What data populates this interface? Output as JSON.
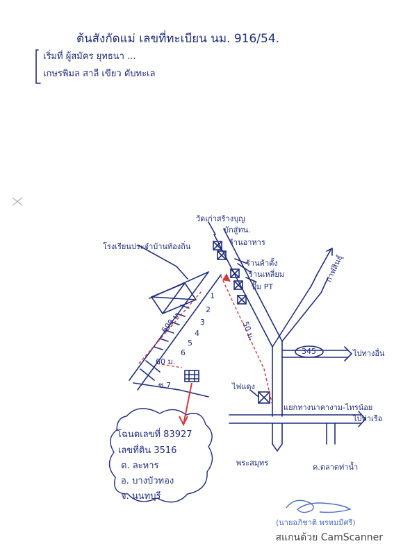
{
  "header": {
    "line1": "ต้นสังกัดแม่    เลขที่ทะเบียน นม. 916/54.",
    "line2": "เริ่มที่ ผู้สมัคร  ยุทธนา  ...",
    "line3": "เกษรพิมล  สาลี  เขียว  ตับทะเล"
  },
  "map": {
    "top_label": "วัดเก่าสร้างบุญ",
    "left_label": "โรงเรียนประจำบ้านท้องถิ่น",
    "shops": [
      "บักสู่ทน.",
      "ร้านอาหาร",
      "ร้านค้าตั้ง",
      "ร้านเหลี่ยม",
      "ปั๊ม PT"
    ],
    "dist_1": "600 ม.",
    "dist_2": "50 ม.",
    "dist_3": "60 ม.",
    "street_labels": [
      "1",
      "2",
      "3",
      "4",
      "5",
      "6"
    ],
    "soi": "ซ.7",
    "right_top": "กาฬสินธุ์",
    "route": "345",
    "to_right1": "ไปทางอื่น",
    "junction_label": "ไฟแดง",
    "junction_road": "แยกทางนาคางาม-ไทรน้อย",
    "to_right2": "ไปท่าเรือ",
    "to_bottom_left": "พระสมุทร",
    "to_bottom_right": "ค.ตลาดท่าน้ำ"
  },
  "bubble": {
    "lines": [
      "โฉนดเลขที่ 83927",
      "เลขที่ดิน 3516",
      "ต. ละหาร",
      "อ. บางบัวทอง",
      "จ. นนทบุรี"
    ]
  },
  "signature": {
    "name": "(นายอภิชาติ พรหมมีศรี)"
  },
  "footer": {
    "scanner": "สแกนด้วย CamScanner"
  },
  "colors": {
    "ink": "#1f2d7a",
    "dash": "#d23a3a"
  }
}
